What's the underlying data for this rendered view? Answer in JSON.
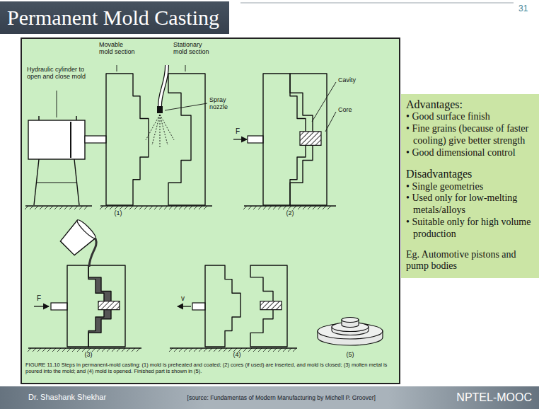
{
  "diagram": {
    "title": "Permanent Mold Casting",
    "caption": "FIGURE 11.10 Steps in permanent-mold casting: (1) mold is preheated and coated; (2) cores (if used) are inserted, and mold is closed; (3) molten metal is poured into the mold; and (4) mold is opened. Finished part is shown in (5).",
    "nodes": [
      {
        "text": [
          "Advantages:",
          "• Good surface finish",
          "• Fine grains (because of faster cooling) give better strength",
          "• Good dimensional control",
          "Disadvantages",
          "• Single geometries",
          "• Used only for low-melting metals/alloys",
          "• Suitable only for high volume production",
          "Eg. Automotive pistons and pump bodies"
        ]
      },
      {
        "text": [
          "Dr. Shashank Shekhar",
          "[source: Fundamentas of Modern Manufacturing by Michell P. Groover]",
          "NPTEL-MOOC"
        ]
      }
    ],
    "labels": [
      "31",
      "Hydraulic cylinder to open and close mold",
      "Movable mold section",
      "Stationary mold section",
      "Spray nozzle",
      "(1)",
      "Cavity",
      "Core",
      "F",
      "(2)",
      "F",
      "(3)",
      "v",
      "(4)",
      "(5)"
    ]
  }
}
